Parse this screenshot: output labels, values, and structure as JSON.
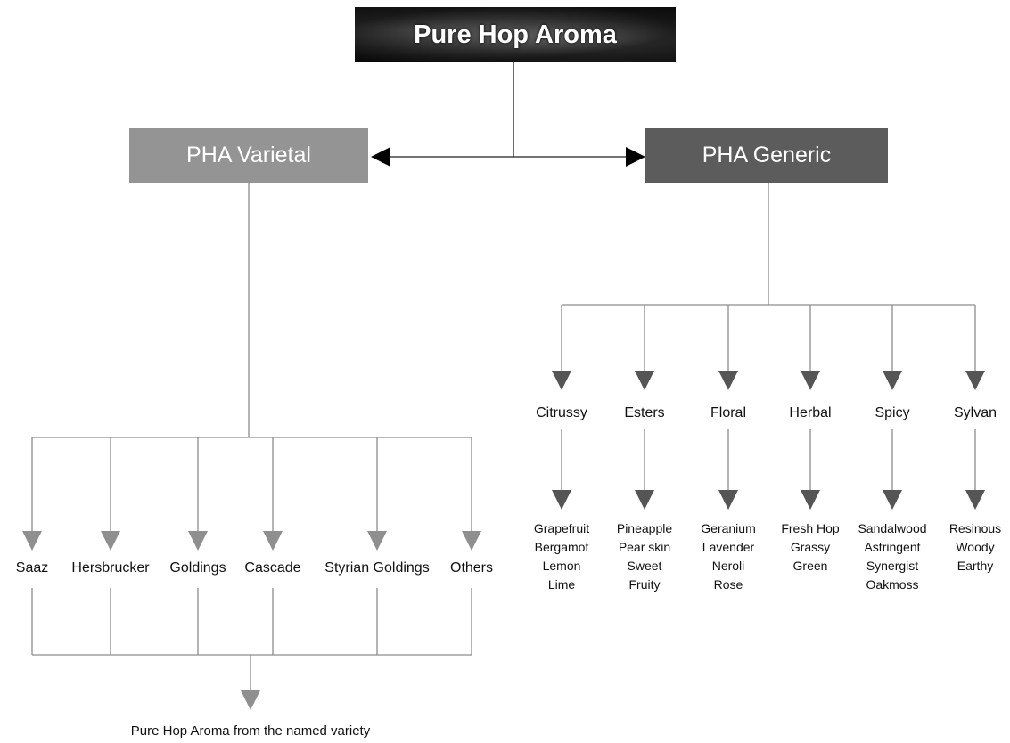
{
  "root": {
    "title": "Pure Hop Aroma"
  },
  "left": {
    "title": "PHA Varietal",
    "varieties": [
      "Saaz",
      "Hersbrucker",
      "Goldings",
      "Cascade",
      "Styrian Goldings",
      "Others"
    ],
    "result": "Pure Hop Aroma from the named variety"
  },
  "right": {
    "title": "PHA Generic",
    "categories": [
      {
        "name": "Citrussy",
        "descriptors": [
          "Grapefruit",
          "Bergamot",
          "Lemon",
          "Lime"
        ]
      },
      {
        "name": "Esters",
        "descriptors": [
          "Pineapple",
          "Pear skin",
          "Sweet",
          "Fruity"
        ]
      },
      {
        "name": "Floral",
        "descriptors": [
          "Geranium",
          "Lavender",
          "Neroli",
          "Rose"
        ]
      },
      {
        "name": "Herbal",
        "descriptors": [
          "Fresh Hop",
          "Grassy",
          "Green"
        ]
      },
      {
        "name": "Spicy",
        "descriptors": [
          "Sandalwood",
          "Astringent",
          "Synergist",
          "Oakmoss"
        ]
      },
      {
        "name": "Sylvan",
        "descriptors": [
          "Resinous",
          "Woody",
          "Earthy"
        ]
      }
    ]
  },
  "colors": {
    "line": "#8c8c8c",
    "line_dark": "#222222",
    "arrow_light": "#8f8f8f",
    "arrow_dark": "#555555",
    "varietal_box": "#949494",
    "generic_box": "#5c5c5c"
  }
}
